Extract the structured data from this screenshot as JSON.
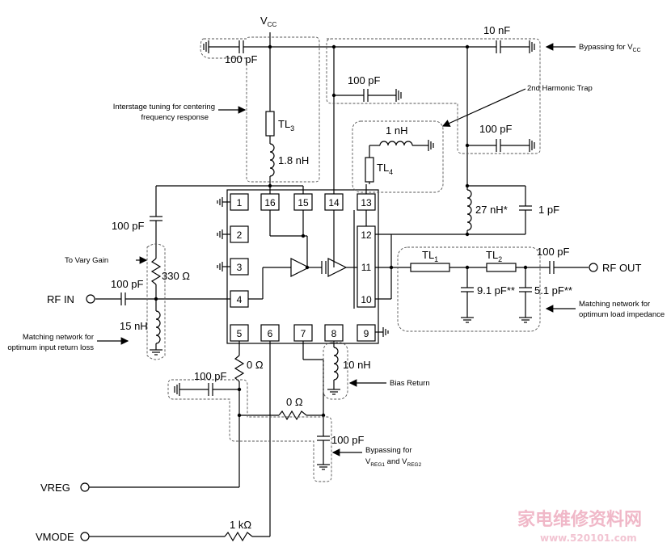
{
  "labels": {
    "vcc_base": "V",
    "vcc_sub": "CC",
    "c_vcc_left": "100 pF",
    "c_vcc_right": "10 nF",
    "c_mid_top": "100 pF",
    "c_right_mid": "100 pF",
    "tl3_base": "TL",
    "tl3_sub": "3",
    "l_1_8nh": "1.8 nH",
    "l_1nh": "1 nH",
    "tl4_base": "TL",
    "tl4_sub": "4",
    "l_27nh": "27 nH*",
    "c_1pf": "1 pF",
    "c_input_100pf": "100 pF",
    "r_330": "330 Ω",
    "c_rfin_100pf": "100 pF",
    "l_15nh": "15 nH",
    "tl1_base": "TL",
    "tl1_sub": "1",
    "tl2_base": "TL",
    "tl2_sub": "2",
    "c_out_100pf": "100 pF",
    "c_9_1pf": "9.1 pF**",
    "c_5_1pf": "5.1 pF**",
    "r_0ohm_a": "0 Ω",
    "c_vreg_100pf": "100 pF",
    "r_0ohm_b": "0 Ω",
    "c_bypass_100pf": "100 pF",
    "l_10nh": "10 nH",
    "r_1k": "1 kΩ"
  },
  "ports": {
    "rf_in": "RF IN",
    "rf_out": "RF OUT",
    "vreg": "VREG",
    "vmode": "VMODE"
  },
  "annotations": {
    "bypass_vcc_base": "Bypassing for V",
    "bypass_vcc_sub": "CC",
    "second_harmonic": "2nd Harmonic Trap",
    "interstage_1": "Interstage tuning for centering",
    "interstage_2": "frequency response",
    "vary_gain": "To Vary Gain",
    "match_in_1": "Matching network for",
    "match_in_2": "optimum input return loss",
    "match_out_1": "Matching network for",
    "match_out_2": "optimum load impedance",
    "bias_return": "Bias Return",
    "bypass_vreg_1": "Bypassing for",
    "bypass_vreg_2a": "V",
    "bypass_vreg_sub1": "REG1",
    "bypass_vreg_and": " and V",
    "bypass_vreg_sub2": "REG2"
  },
  "pins": [
    "1",
    "2",
    "3",
    "4",
    "5",
    "6",
    "7",
    "8",
    "9",
    "10",
    "11",
    "12",
    "13",
    "14",
    "15",
    "16"
  ],
  "watermark": {
    "line1": "家电维修资料网",
    "line2": "www.520101.com"
  }
}
